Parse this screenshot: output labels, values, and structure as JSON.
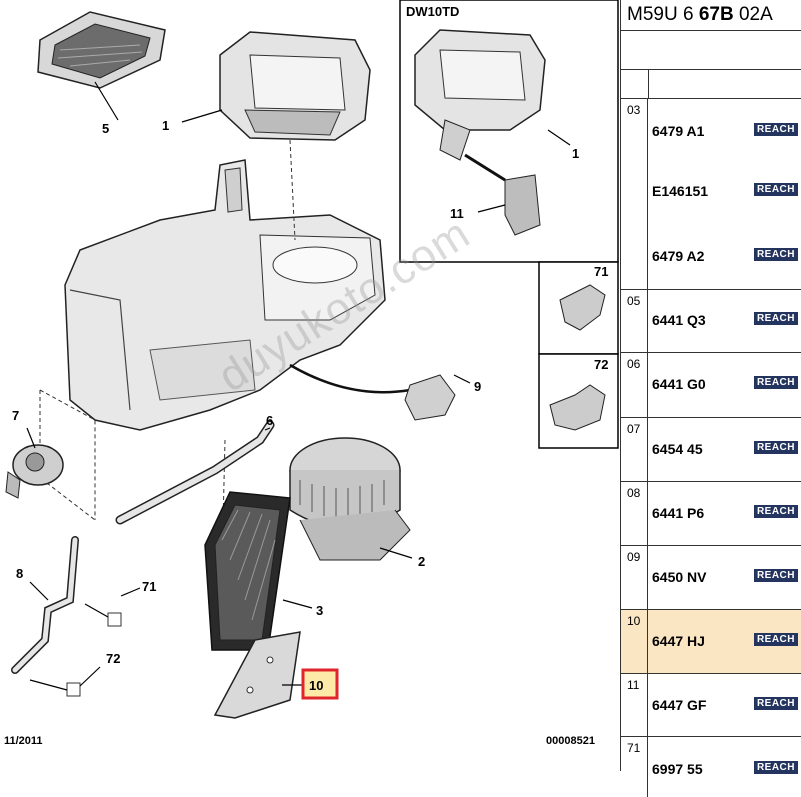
{
  "header": {
    "prefix": "M59U 6 ",
    "bold": "67B",
    "suffix": " 02A"
  },
  "inset": {
    "title": "DW10TD"
  },
  "callouts": {
    "c1": "1",
    "c2": "2",
    "c3": "3",
    "c5": "5",
    "c6": "6",
    "c7": "7",
    "c8": "8",
    "c9": "9",
    "c10": "10",
    "c71": "71",
    "c72": "72",
    "c71b": "71",
    "c72b": "72",
    "c1b": "1",
    "c11": "11"
  },
  "footer": {
    "date": "11/2011",
    "code": "00008521"
  },
  "watermark": "duyukoto.com",
  "parts": [
    {
      "index": "03",
      "entries": [
        {
          "ref": "6479 A1",
          "badge": "REACH"
        },
        {
          "ref": "E146151",
          "badge": "REACH"
        },
        {
          "ref": "6479 A2",
          "badge": "REACH"
        }
      ]
    },
    {
      "index": "05",
      "entries": [
        {
          "ref": "6441 Q3",
          "badge": "REACH"
        }
      ]
    },
    {
      "index": "06",
      "entries": [
        {
          "ref": "6441 G0",
          "badge": "REACH"
        }
      ]
    },
    {
      "index": "07",
      "entries": [
        {
          "ref": "6454 45",
          "badge": "REACH"
        }
      ]
    },
    {
      "index": "08",
      "entries": [
        {
          "ref": "6441 P6",
          "badge": "REACH"
        }
      ]
    },
    {
      "index": "09",
      "entries": [
        {
          "ref": "6450 NV",
          "badge": "REACH"
        }
      ]
    },
    {
      "index": "10",
      "entries": [
        {
          "ref": "6447 HJ",
          "badge": "REACH"
        }
      ]
    },
    {
      "index": "11",
      "entries": [
        {
          "ref": "6447 GF",
          "badge": "REACH"
        }
      ]
    },
    {
      "index": "71",
      "entries": [
        {
          "ref": "6997 55",
          "badge": "REACH"
        }
      ]
    }
  ],
  "colors": {
    "highlight_row": "#fbe6c4",
    "highlight_box": "#e0262b",
    "badge_bg": "#23345e"
  }
}
